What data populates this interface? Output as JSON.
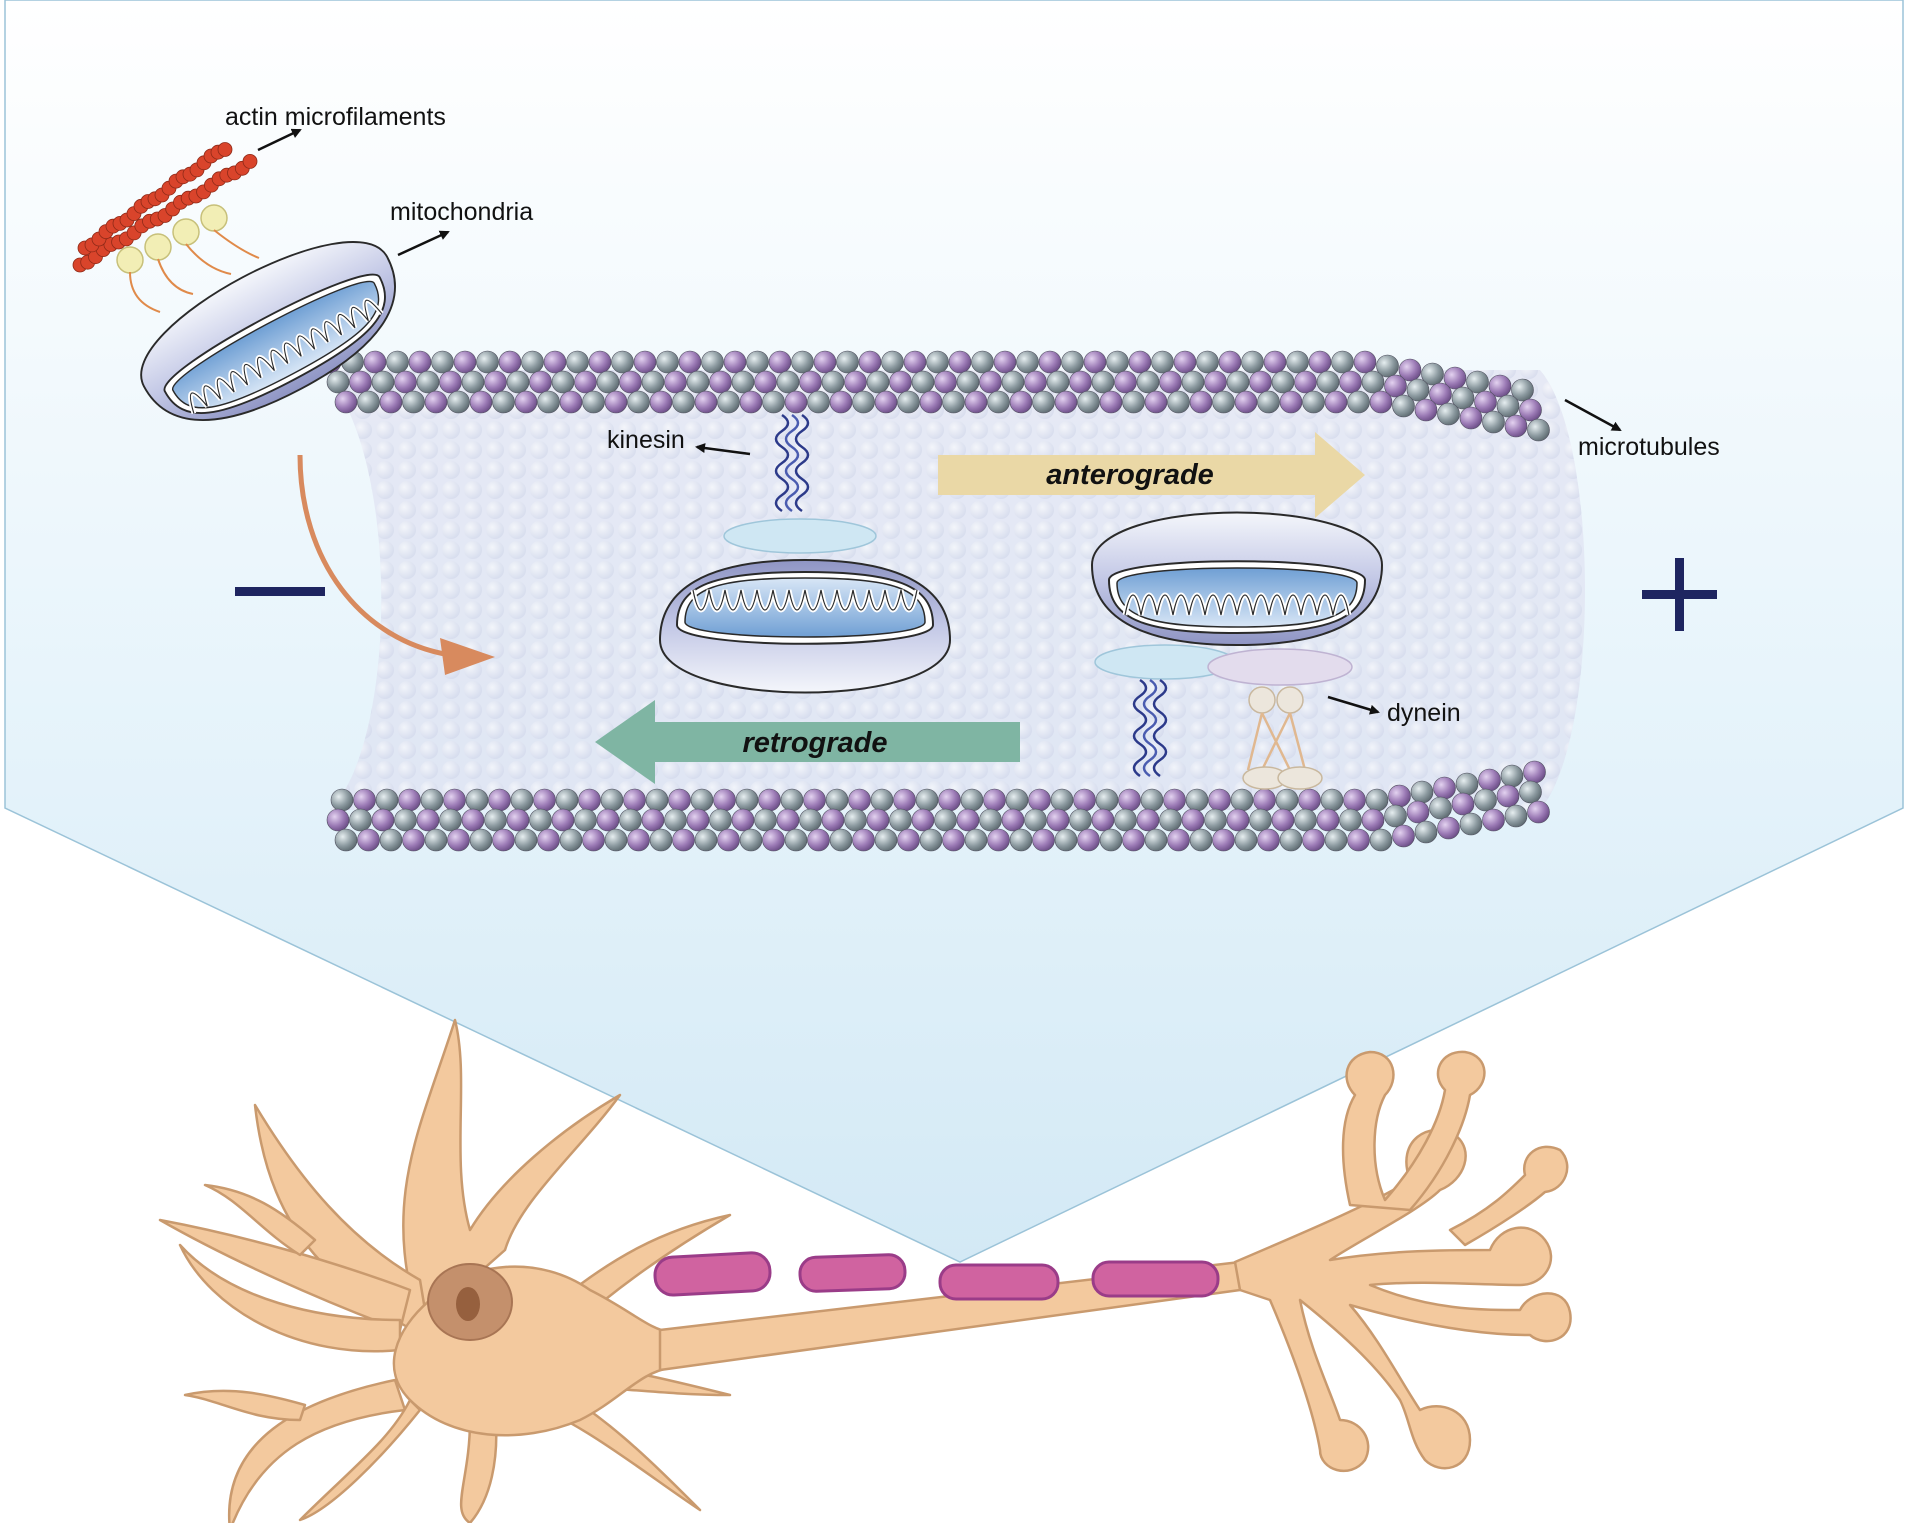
{
  "labels": {
    "actin": "actin microfilaments",
    "mitochondria": "mitochondria",
    "kinesin": "kinesin",
    "microtubules": "microtubules",
    "dynein": "dynein",
    "anterograde": "anterograde",
    "retrograde": "retrograde"
  },
  "colors": {
    "background_panel": "#e6f3fa",
    "tubule_purple": "#9b7ab5",
    "tubule_grey": "#8c9aa0",
    "actin": "#d9442b",
    "anterograde_arrow": "#ead8a6",
    "retrograde_arrow": "#7fb5a3",
    "transfer_arrow": "#d88a5e",
    "polarity_sign": "#1e2560",
    "neuron": "#f3c99e",
    "neuron_outline": "#c99a6e",
    "myelin": "#d063a0",
    "nucleus": "#b48064"
  },
  "icons": {
    "minus": "minus-end-sign",
    "plus": "plus-end-sign"
  }
}
